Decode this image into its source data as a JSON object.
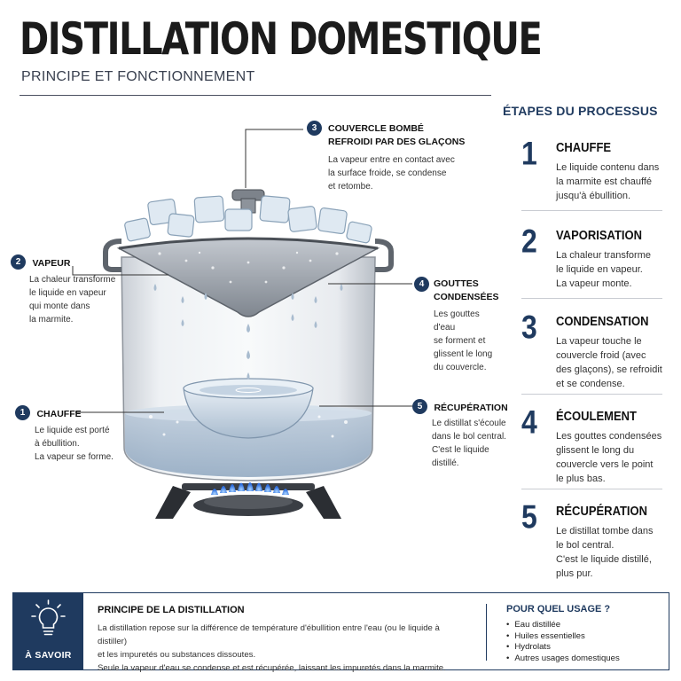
{
  "header": {
    "title": "DISTILLATION DOMESTIQUE",
    "subtitle": "PRINCIPE ET FONCTIONNEMENT"
  },
  "callouts": [
    {
      "num": "1",
      "title": [
        "CHAUFFE"
      ],
      "text": [
        "Le liquide est porté",
        "à ébullition.",
        "La vapeur se forme."
      ]
    },
    {
      "num": "2",
      "title": [
        "VAPEUR"
      ],
      "text": [
        "La chaleur transforme",
        "le liquide en vapeur",
        "qui monte dans",
        "la marmite."
      ]
    },
    {
      "num": "3",
      "title": [
        "COUVERCLE BOMBÉ",
        "REFROIDI PAR DES GLAÇONS"
      ],
      "text": [
        "La vapeur entre en contact avec",
        "la surface froide, se condense",
        "et retombe."
      ]
    },
    {
      "num": "4",
      "title": [
        "GOUTTES",
        "CONDENSÉES"
      ],
      "text": [
        "Les gouttes d'eau",
        "se forment et",
        "glissent le long",
        "du couvercle."
      ]
    },
    {
      "num": "5",
      "title": [
        "RÉCUPÉRATION"
      ],
      "text": [
        "Le distillat s'écoule",
        "dans le bol central.",
        "C'est le liquide",
        "distillé."
      ]
    }
  ],
  "steps": {
    "heading": "ÉTAPES DU PROCESSUS",
    "items": [
      {
        "num": "1",
        "title": "CHAUFFE",
        "text": [
          "Le liquide contenu dans",
          "la marmite est chauffé",
          "jusqu'à ébullition."
        ]
      },
      {
        "num": "2",
        "title": "VAPORISATION",
        "text": [
          "La chaleur transforme",
          "le liquide en vapeur.",
          "La vapeur monte."
        ]
      },
      {
        "num": "3",
        "title": "CONDENSATION",
        "text": [
          "La vapeur touche le",
          "couvercle froid (avec",
          "des glaçons), se refroidit",
          "et se condense."
        ]
      },
      {
        "num": "4",
        "title": "ÉCOULEMENT",
        "text": [
          "Les gouttes condensées",
          "glissent le long du",
          "couvercle vers le point",
          "le plus bas."
        ]
      },
      {
        "num": "5",
        "title": "RÉCUPÉRATION",
        "text": [
          "Le distillat tombe dans",
          "le bol central.",
          "C'est le liquide distillé,",
          "plus pur."
        ]
      }
    ]
  },
  "footer": {
    "badge_label": "À SAVOIR",
    "principle_title": "PRINCIPE DE LA DISTILLATION",
    "principle_text": [
      "La distillation repose sur la différence de température d'ébullition entre l'eau (ou le liquide à distiller)",
      "et les impuretés ou substances dissoutes.",
      "Seule la vapeur d'eau se condense et est récupérée, laissant les impuretés dans la marmite."
    ],
    "usage_title": "POUR QUEL USAGE ?",
    "usage_items": [
      "Eau distillée",
      "Huiles essentielles",
      "Hydrolats",
      "Autres usages domestiques"
    ]
  },
  "colors": {
    "navy": "#1f3a5f",
    "water": "#9fb7cf",
    "flame": "#2f6fe0",
    "steel": "#6e747c"
  }
}
